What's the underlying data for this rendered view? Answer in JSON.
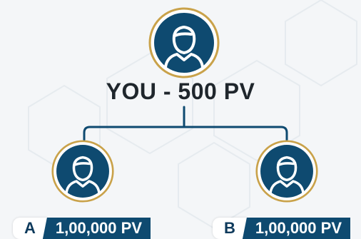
{
  "root": {
    "title": "YOU - 500 PV",
    "avatar_icon": "person-icon"
  },
  "children": [
    {
      "letter": "A",
      "pv": "1,00,000 PV",
      "avatar_icon": "person-icon"
    },
    {
      "letter": "B",
      "pv": "1,00,000 PV",
      "avatar_icon": "person-icon"
    }
  ],
  "colors": {
    "navy": "#0e4a70",
    "gold": "#c9a24a",
    "text": "#1f262c",
    "line": "#0e4a70"
  }
}
